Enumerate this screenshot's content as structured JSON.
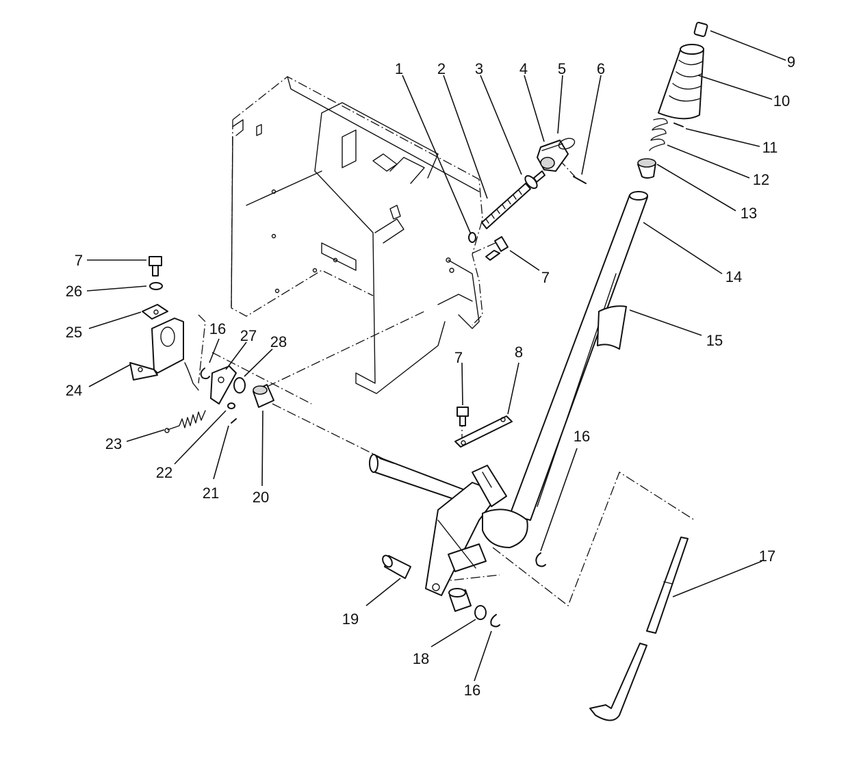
{
  "diagram": {
    "type": "exploded-parts-diagram",
    "line_color": "#111111",
    "background": "#ffffff",
    "callouts": [
      {
        "id": "c1",
        "label": "1"
      },
      {
        "id": "c2",
        "label": "2"
      },
      {
        "id": "c3",
        "label": "3"
      },
      {
        "id": "c4",
        "label": "4"
      },
      {
        "id": "c5",
        "label": "5"
      },
      {
        "id": "c6",
        "label": "6"
      },
      {
        "id": "c7a",
        "label": "7"
      },
      {
        "id": "c7b",
        "label": "7"
      },
      {
        "id": "c7c",
        "label": "7"
      },
      {
        "id": "c8",
        "label": "8"
      },
      {
        "id": "c9",
        "label": "9"
      },
      {
        "id": "c10",
        "label": "10"
      },
      {
        "id": "c11",
        "label": "11"
      },
      {
        "id": "c12",
        "label": "12"
      },
      {
        "id": "c13",
        "label": "13"
      },
      {
        "id": "c14",
        "label": "14"
      },
      {
        "id": "c15",
        "label": "15"
      },
      {
        "id": "c16a",
        "label": "16"
      },
      {
        "id": "c16b",
        "label": "16"
      },
      {
        "id": "c16c",
        "label": "16"
      },
      {
        "id": "c17",
        "label": "17"
      },
      {
        "id": "c18",
        "label": "18"
      },
      {
        "id": "c19",
        "label": "19"
      },
      {
        "id": "c20",
        "label": "20"
      },
      {
        "id": "c21",
        "label": "21"
      },
      {
        "id": "c22",
        "label": "22"
      },
      {
        "id": "c23",
        "label": "23"
      },
      {
        "id": "c24",
        "label": "24"
      },
      {
        "id": "c25",
        "label": "25"
      },
      {
        "id": "c26",
        "label": "26"
      },
      {
        "id": "c27",
        "label": "27"
      },
      {
        "id": "c28",
        "label": "28"
      }
    ]
  }
}
